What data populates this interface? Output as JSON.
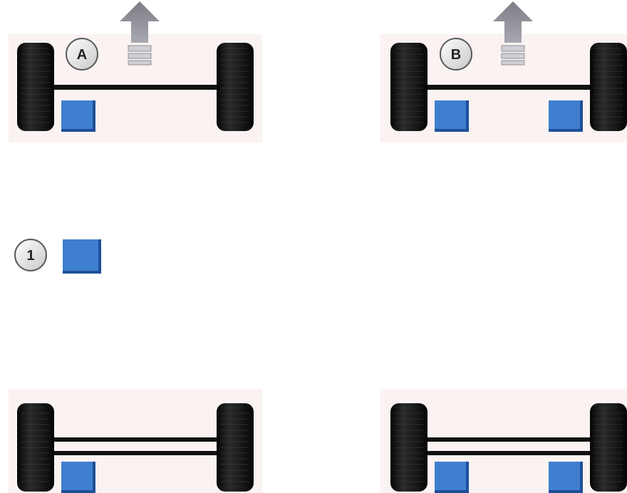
{
  "colors": {
    "tire": "#151515",
    "axle": "#111111",
    "sensor_fill": "#3f7fd0",
    "sensor_dark": "#1f4f9a",
    "arrow": "#8f8f96",
    "badge_fill": "#eeeeee",
    "badge_ring": "#555555"
  },
  "diagram": {
    "labels": {
      "a": "A",
      "b": "B",
      "legend": "1"
    },
    "icons": {
      "arrow": "arrow-up-icon",
      "tire": "tire-icon",
      "sensor": "sensor-square-icon"
    }
  }
}
